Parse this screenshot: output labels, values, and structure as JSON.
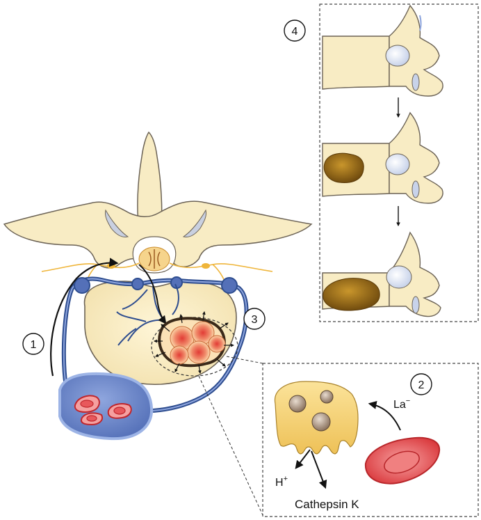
{
  "panels": {
    "step1": {
      "number": "1"
    },
    "step2": {
      "number": "2"
    },
    "step3": {
      "number": "3"
    },
    "step4": {
      "number": "4"
    }
  },
  "labels": {
    "lactate": "La",
    "lactate_sup": "−",
    "proton": "H",
    "proton_sup": "+",
    "enzyme": "Cathepsin K"
  },
  "colors": {
    "bone": "#f8ecc4",
    "bone_outline": "#6b6255",
    "vessel": "#2e4d8f",
    "disc": "#dfe6f4",
    "tumor": "#e24a3a",
    "osteoclast": "#f0c660",
    "cancer_cell": "#d9383c",
    "lesion": "#8a5b12"
  },
  "icons": {
    "arrow": "arrow-icon",
    "down_arrow": "down-arrow-icon"
  }
}
